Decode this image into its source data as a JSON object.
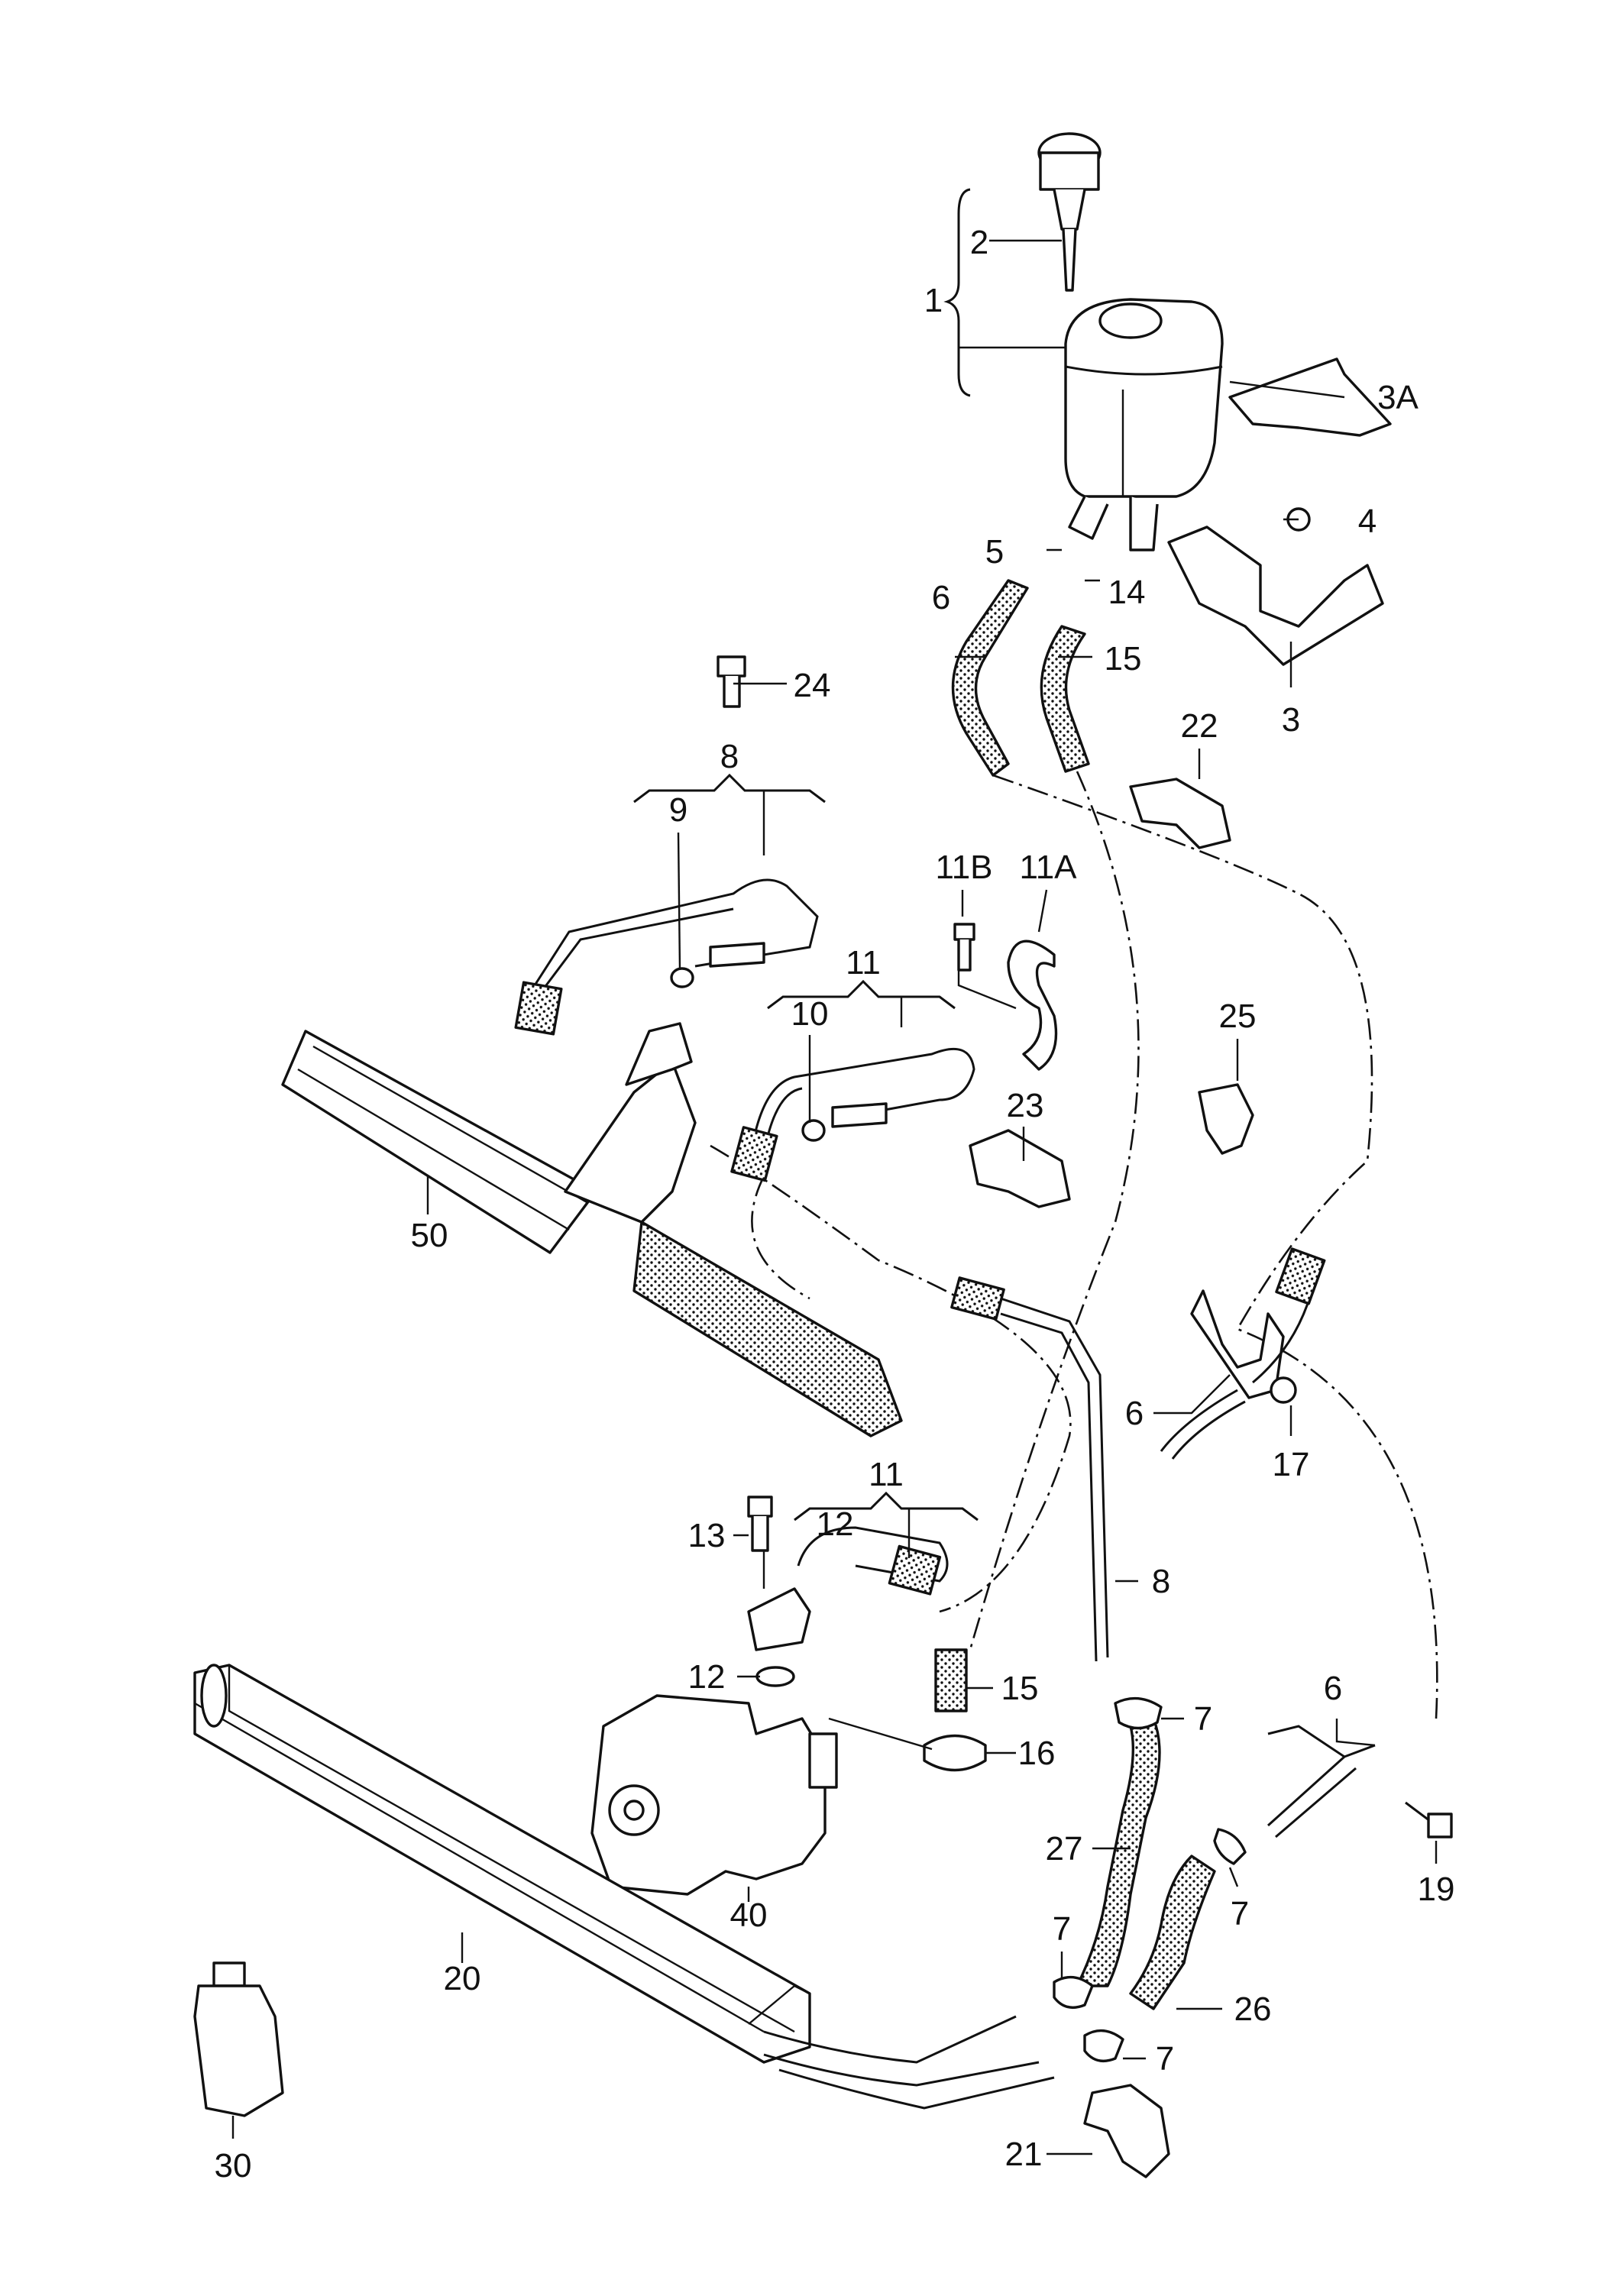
{
  "callouts": [
    {
      "id": "1",
      "text": "1"
    },
    {
      "id": "2",
      "text": "2"
    },
    {
      "id": "3A",
      "text": "3A"
    },
    {
      "id": "4",
      "text": "4"
    },
    {
      "id": "5",
      "text": "5"
    },
    {
      "id": "14",
      "text": "14"
    },
    {
      "id": "6a",
      "text": "6"
    },
    {
      "id": "15a",
      "text": "15"
    },
    {
      "id": "3",
      "text": "3"
    },
    {
      "id": "24",
      "text": "24"
    },
    {
      "id": "22",
      "text": "22"
    },
    {
      "id": "8a",
      "text": "8"
    },
    {
      "id": "9",
      "text": "9"
    },
    {
      "id": "11B",
      "text": "11B"
    },
    {
      "id": "11A",
      "text": "11A"
    },
    {
      "id": "11a",
      "text": "11"
    },
    {
      "id": "10",
      "text": "10"
    },
    {
      "id": "25",
      "text": "25"
    },
    {
      "id": "23",
      "text": "23"
    },
    {
      "id": "50",
      "text": "50"
    },
    {
      "id": "6b",
      "text": "6"
    },
    {
      "id": "17",
      "text": "17"
    },
    {
      "id": "11b",
      "text": "11"
    },
    {
      "id": "12a",
      "text": "12"
    },
    {
      "id": "13",
      "text": "13"
    },
    {
      "id": "8b",
      "text": "8"
    },
    {
      "id": "12b",
      "text": "12"
    },
    {
      "id": "15b",
      "text": "15"
    },
    {
      "id": "7a",
      "text": "7"
    },
    {
      "id": "6c",
      "text": "6"
    },
    {
      "id": "16",
      "text": "16"
    },
    {
      "id": "27",
      "text": "27"
    },
    {
      "id": "19",
      "text": "19"
    },
    {
      "id": "40",
      "text": "40"
    },
    {
      "id": "7b",
      "text": "7"
    },
    {
      "id": "20",
      "text": "20"
    },
    {
      "id": "7c",
      "text": "7"
    },
    {
      "id": "26",
      "text": "26"
    },
    {
      "id": "7d",
      "text": "7"
    },
    {
      "id": "21",
      "text": "21"
    },
    {
      "id": "30",
      "text": "30"
    }
  ]
}
